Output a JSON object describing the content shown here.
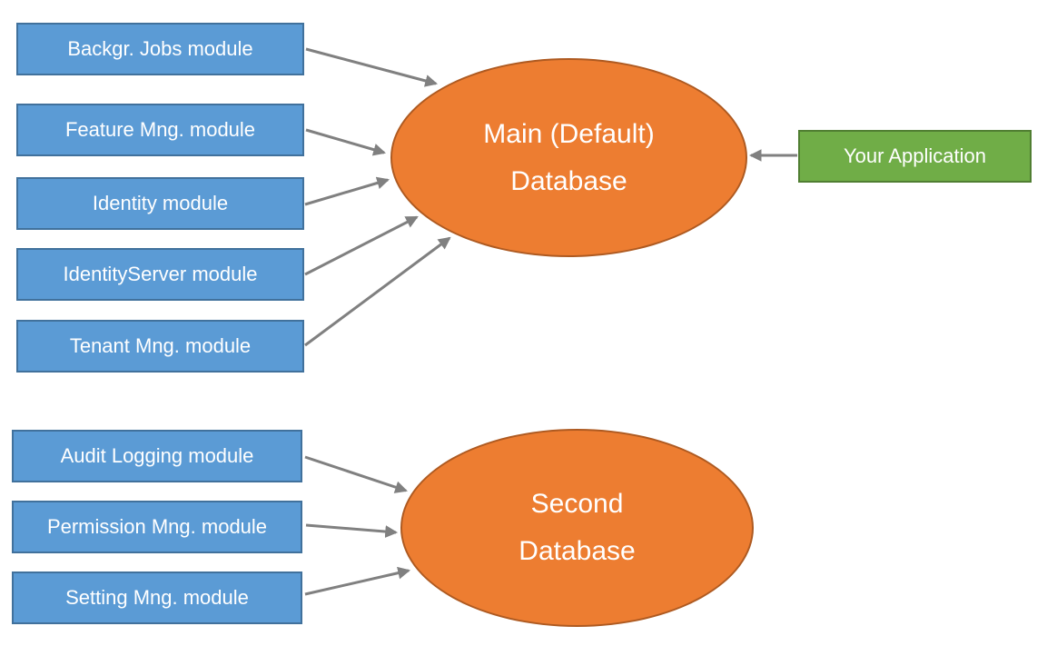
{
  "diagram": {
    "colors": {
      "module_fill": "#5B9BD5",
      "module_border": "#41719C",
      "database_fill": "#ED7D31",
      "database_border": "#AE5A21",
      "app_fill": "#70AD47",
      "app_border": "#507E32",
      "arrow": "#808080",
      "text": "#FFFFFF"
    },
    "main_group": {
      "modules": [
        {
          "label": "Backgr. Jobs module"
        },
        {
          "label": "Feature Mng. module"
        },
        {
          "label": "Identity module"
        },
        {
          "label": "IdentityServer module"
        },
        {
          "label": "Tenant Mng. module"
        }
      ],
      "database": {
        "line1": "Main (Default)",
        "line2": "Database"
      }
    },
    "second_group": {
      "modules": [
        {
          "label": "Audit Logging module"
        },
        {
          "label": "Permission Mng. module"
        },
        {
          "label": "Setting Mng. module"
        }
      ],
      "database": {
        "line1": "Second",
        "line2": "Database"
      }
    },
    "application": {
      "label": "Your Application"
    }
  }
}
